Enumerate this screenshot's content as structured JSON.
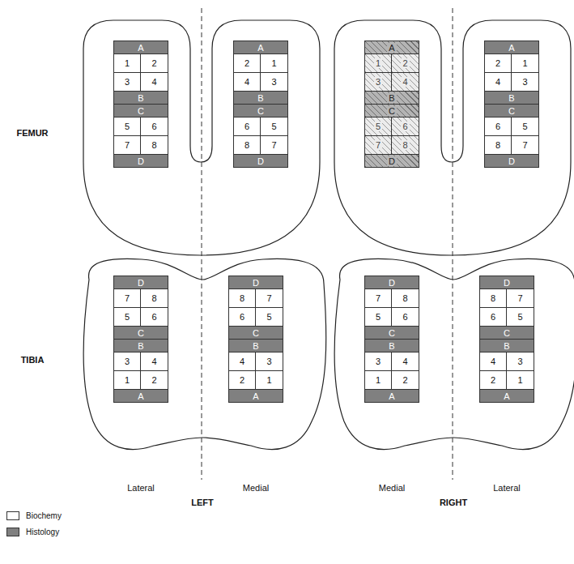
{
  "diagram": {
    "nodes": [
      {
        "text": [
          "A"
        ]
      },
      {
        "text": [
          "1"
        ]
      },
      {
        "text": [
          "2"
        ]
      },
      {
        "text": [
          "3"
        ]
      },
      {
        "text": [
          "4"
        ]
      },
      {
        "text": [
          "B"
        ]
      },
      {
        "text": [
          "C"
        ]
      },
      {
        "text": [
          "5"
        ]
      },
      {
        "text": [
          "6"
        ]
      },
      {
        "text": [
          "7"
        ]
      },
      {
        "text": [
          "8"
        ]
      },
      {
        "text": [
          "D"
        ]
      },
      {
        "text": [
          "A"
        ]
      },
      {
        "text": [
          "2"
        ]
      },
      {
        "text": [
          "1"
        ]
      },
      {
        "text": [
          "4"
        ]
      },
      {
        "text": [
          "3"
        ]
      },
      {
        "text": [
          "B"
        ]
      },
      {
        "text": [
          "C"
        ]
      },
      {
        "text": [
          "6"
        ]
      },
      {
        "text": [
          "5"
        ]
      },
      {
        "text": [
          "8"
        ]
      },
      {
        "text": [
          "7"
        ]
      },
      {
        "text": [
          "D"
        ]
      },
      {
        "text": [
          "A"
        ]
      },
      {
        "text": [
          "1"
        ]
      },
      {
        "text": [
          "2"
        ]
      },
      {
        "text": [
          "3"
        ]
      },
      {
        "text": [
          "4"
        ]
      },
      {
        "text": [
          "B"
        ]
      },
      {
        "text": [
          "C"
        ]
      },
      {
        "text": [
          "5"
        ]
      },
      {
        "text": [
          "6"
        ]
      },
      {
        "text": [
          "7"
        ]
      },
      {
        "text": [
          "8"
        ]
      },
      {
        "text": [
          "D"
        ]
      },
      {
        "text": [
          "A"
        ]
      },
      {
        "text": [
          "2"
        ]
      },
      {
        "text": [
          "1"
        ]
      },
      {
        "text": [
          "4"
        ]
      },
      {
        "text": [
          "3"
        ]
      },
      {
        "text": [
          "B"
        ]
      },
      {
        "text": [
          "C"
        ]
      },
      {
        "text": [
          "6"
        ]
      },
      {
        "text": [
          "5"
        ]
      },
      {
        "text": [
          "8"
        ]
      },
      {
        "text": [
          "7"
        ]
      },
      {
        "text": [
          "D"
        ]
      },
      {
        "text": [
          "D"
        ]
      },
      {
        "text": [
          "7"
        ]
      },
      {
        "text": [
          "8"
        ]
      },
      {
        "text": [
          "5"
        ]
      },
      {
        "text": [
          "6"
        ]
      },
      {
        "text": [
          "C"
        ]
      },
      {
        "text": [
          "B"
        ]
      },
      {
        "text": [
          "3"
        ]
      },
      {
        "text": [
          "4"
        ]
      },
      {
        "text": [
          "1"
        ]
      },
      {
        "text": [
          "2"
        ]
      },
      {
        "text": [
          "A"
        ]
      },
      {
        "text": [
          "D"
        ]
      },
      {
        "text": [
          "8"
        ]
      },
      {
        "text": [
          "7"
        ]
      },
      {
        "text": [
          "6"
        ]
      },
      {
        "text": [
          "5"
        ]
      },
      {
        "text": [
          "C"
        ]
      },
      {
        "text": [
          "B"
        ]
      },
      {
        "text": [
          "4"
        ]
      },
      {
        "text": [
          "3"
        ]
      },
      {
        "text": [
          "2"
        ]
      },
      {
        "text": [
          "1"
        ]
      },
      {
        "text": [
          "A"
        ]
      },
      {
        "text": [
          "D"
        ]
      },
      {
        "text": [
          "7"
        ]
      },
      {
        "text": [
          "8"
        ]
      },
      {
        "text": [
          "5"
        ]
      },
      {
        "text": [
          "6"
        ]
      },
      {
        "text": [
          "C"
        ]
      },
      {
        "text": [
          "B"
        ]
      },
      {
        "text": [
          "3"
        ]
      },
      {
        "text": [
          "4"
        ]
      },
      {
        "text": [
          "1"
        ]
      },
      {
        "text": [
          "2"
        ]
      },
      {
        "text": [
          "A"
        ]
      },
      {
        "text": [
          "D"
        ]
      },
      {
        "text": [
          "8"
        ]
      },
      {
        "text": [
          "7"
        ]
      },
      {
        "text": [
          "6"
        ]
      },
      {
        "text": [
          "5"
        ]
      },
      {
        "text": [
          "C"
        ]
      },
      {
        "text": [
          "B"
        ]
      },
      {
        "text": [
          "4"
        ]
      },
      {
        "text": [
          "3"
        ]
      },
      {
        "text": [
          "2"
        ]
      },
      {
        "text": [
          "1"
        ]
      },
      {
        "text": [
          "A"
        ]
      }
    ],
    "labels": [
      "FEMUR",
      "TIBIA",
      "Lateral",
      "Medial",
      "Medial",
      "Lateral",
      "LEFT",
      "RIGHT"
    ],
    "legend": [
      {
        "text": "Biochemy",
        "color": "#ffffff"
      },
      {
        "text": "Histology",
        "color": "#808080"
      }
    ]
  }
}
